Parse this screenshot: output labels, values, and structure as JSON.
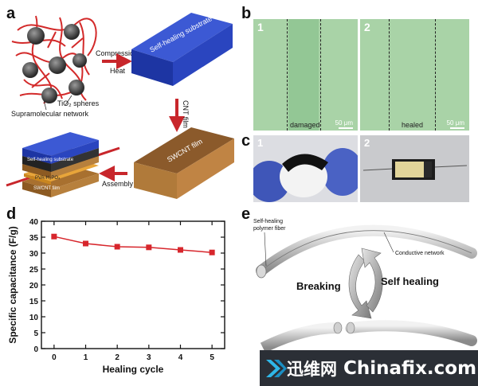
{
  "panels": {
    "a": "a",
    "b": "b",
    "c": "c",
    "d": "d",
    "e": "e"
  },
  "panel_a": {
    "compression": "Compression",
    "heat": "Heat",
    "substrate": "Self-healing substrate",
    "tio2": "TiO₂ spheres",
    "network": "Supramolecular network",
    "cnt": "CNT film",
    "swcnt_film": "SWCNT film",
    "assembly": "Assembly",
    "stack_top": "Self-healing substrate",
    "stack_mid": "PVA-H₃PO₄",
    "stack_bot": "SWCNT film"
  },
  "panel_b": {
    "num1": "1",
    "num2": "2",
    "damaged": "damaged",
    "healed": "healed",
    "scale1": "50 μm",
    "scale2": "50 μm"
  },
  "panel_c": {
    "num1": "1",
    "num2": "2"
  },
  "panel_e": {
    "fiber": "Self-healing\npolymer fiber",
    "conductive": "Conductive network",
    "breaking": "Breaking",
    "healing": "Self healing"
  },
  "watermark": {
    "cn": "迅维网",
    "en": "Chinafix.com"
  },
  "chart_data": {
    "type": "line",
    "title": "",
    "xlabel": "Healing cycle",
    "ylabel": "Specific capacitance (F/g)",
    "x": [
      0,
      1,
      2,
      3,
      4,
      5
    ],
    "xticks": [
      "0",
      "1",
      "2",
      "3",
      "4",
      "5"
    ],
    "yticks": [
      "0",
      "5",
      "10",
      "15",
      "20",
      "25",
      "30",
      "35",
      "40"
    ],
    "xlim": [
      -0.4,
      5.4
    ],
    "ylim": [
      0,
      40
    ],
    "series": [
      {
        "values": [
          35.2,
          33.0,
          32.0,
          31.8,
          31.0,
          30.2
        ],
        "color": "#d7262c"
      }
    ],
    "grid": false
  }
}
